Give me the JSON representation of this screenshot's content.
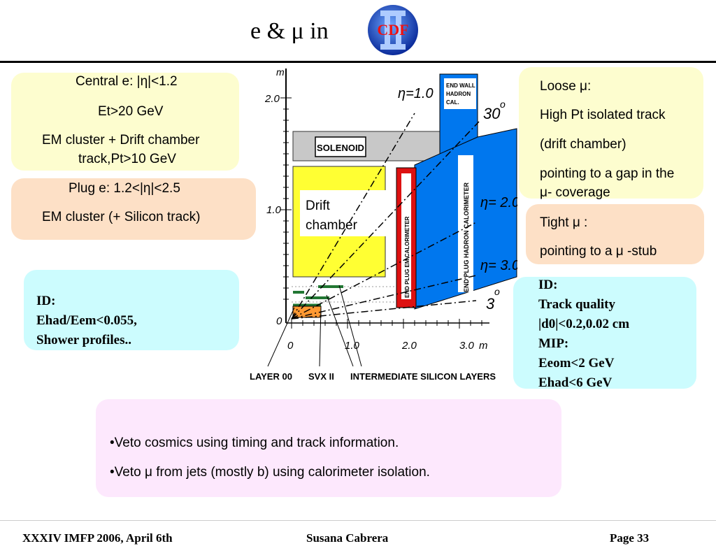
{
  "title": "e & μ  in",
  "logo": {
    "text": "CDF",
    "icon": "cdf-logo-icon"
  },
  "central_box": {
    "line1": "Central e: |η|<1.2",
    "line2": "Et>20 GeV",
    "line3": "EM cluster + Drift chamber",
    "line4": "track,Pt>10 GeV"
  },
  "plug_box": {
    "line1": "Plug e: 1.2<|η|<2.5",
    "line2": "EM cluster (+ Silicon track)"
  },
  "e_id_box": {
    "line1": "ID:",
    "line2": "Ehad/Eem<0.055,",
    "line3": "Shower profiles.."
  },
  "loose_box": {
    "line1": "Loose μ:",
    "line2": "High Pt isolated track",
    "line3": "(drift chamber)",
    "line4": "pointing to a gap in the",
    "line5": "μ- coverage"
  },
  "tight_box": {
    "line1": "Tight μ :",
    "line2": "pointing to a μ -stub"
  },
  "mu_id_box": {
    "line1": "ID:",
    "line2": "Track quality",
    "line3": "|d0|<0.2,0.02 cm",
    "line4": "MIP:",
    "line5": "Eeom<2 GeV",
    "line6": "Ehad<6 GeV"
  },
  "veto_box": {
    "line1": "•Veto cosmics using timing and track information.",
    "line2": "•Veto μ from jets (mostly b) using calorimeter isolation."
  },
  "diagram": {
    "y_unit": "m",
    "y_ticks": [
      "2.0",
      "1.0",
      "0"
    ],
    "x_ticks": [
      "0",
      "1.0",
      "2.0",
      "3.0"
    ],
    "x_unit": "m",
    "eta1": "η=1.0",
    "eta2": "η= 2.0",
    "eta3": "η= 3.0",
    "angle30": "30",
    "angle3": "3",
    "degree": "o",
    "solenoid": "SOLENOID",
    "endwall": [
      "END WALL",
      "HADRON",
      "CAL."
    ],
    "em_cal": "END PLUG EM CALORIMETER",
    "had_cal": "END PLUG HADRON CALORIMETER",
    "drift1": "Drift",
    "drift2": "chamber",
    "layer00": "LAYER 00",
    "svx": "SVX II",
    "isl": "INTERMEDIATE SILICON LAYERS",
    "colors": {
      "yellow": "#ffff33",
      "blue": "#0077ee",
      "red": "#dd1111",
      "gray": "#c8c8c8",
      "orange": "#ff9933",
      "green": "#227733"
    }
  },
  "footer": {
    "left": "XXXIV IMFP 2006, April 6th",
    "center": "Susana Cabrera",
    "right": "Page  33"
  }
}
